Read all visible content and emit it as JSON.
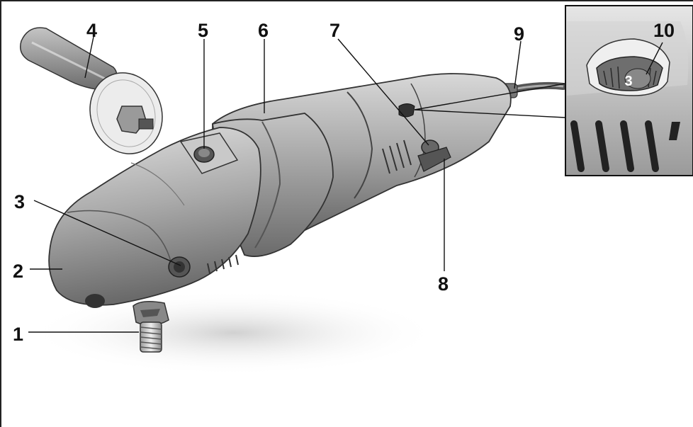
{
  "callouts": {
    "c1": "1",
    "c2": "2",
    "c3": "3",
    "c4": "4",
    "c5": "5",
    "c6": "6",
    "c7": "7",
    "c8": "8",
    "c9": "9",
    "c10": "10"
  },
  "inset": {
    "dial_value": "3"
  }
}
